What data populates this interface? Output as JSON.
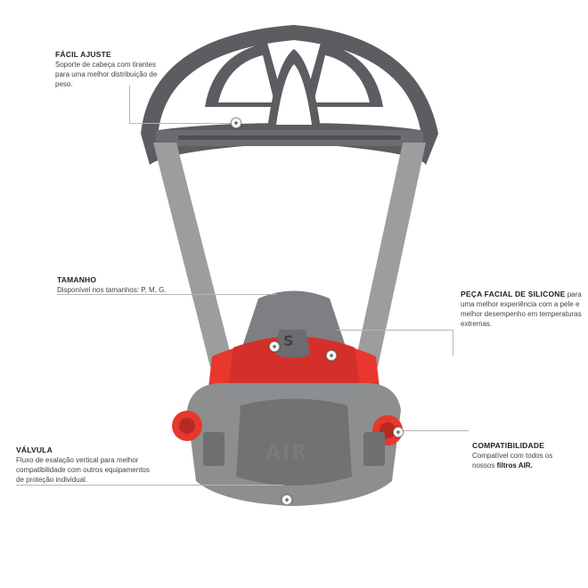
{
  "features": {
    "facil_ajuste": {
      "title": "FÁCIL AJUSTE",
      "description": "Soporte de cabeça com tirantes para uma melhor distribuição de peso."
    },
    "tamanho": {
      "title": "TAMANHO",
      "description": "Disponível nos tamanhos: P, M, G."
    },
    "peca_facial": {
      "title": "PEÇA FACIAL DE SILICONE",
      "title_suffix": " para",
      "description": "uma melhor experiência com a pele e melhor desempenho em temperaturas extremas."
    },
    "valvula": {
      "title": "VÁLVULA",
      "description": "Fluxo de exalação vertical para melhor compatibilidade com outros equipamentos de proteção individual."
    },
    "compatibilidade": {
      "title": "COMPATIBILIDADE",
      "description": "Compatível com todos os nossos",
      "description_bold": "filtros AIR."
    }
  },
  "product": {
    "filter_label": "AIR",
    "logo_letter": "S"
  },
  "hotspot_symbol": "+",
  "colors": {
    "harness_gray": "#5d5f61",
    "strap_gray": "#9a9c9e",
    "silicone_red": "#e8382d",
    "body_gray": "#8a8a8a",
    "filter_gray": "#6d6e70"
  }
}
